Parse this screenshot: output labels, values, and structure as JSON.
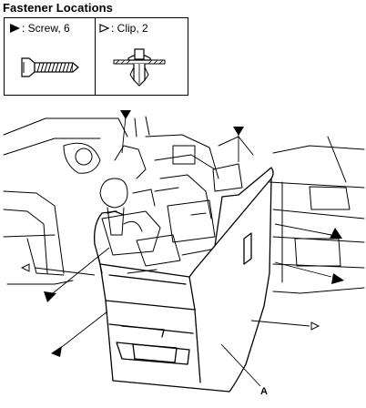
{
  "title": "Fastener Locations",
  "legend": {
    "screw": {
      "label": ": Screw, 6",
      "icon": "screw-icon"
    },
    "clip": {
      "label": ": Clip, 2",
      "icon": "clip-icon"
    }
  },
  "figure": {
    "part_label": "A"
  }
}
